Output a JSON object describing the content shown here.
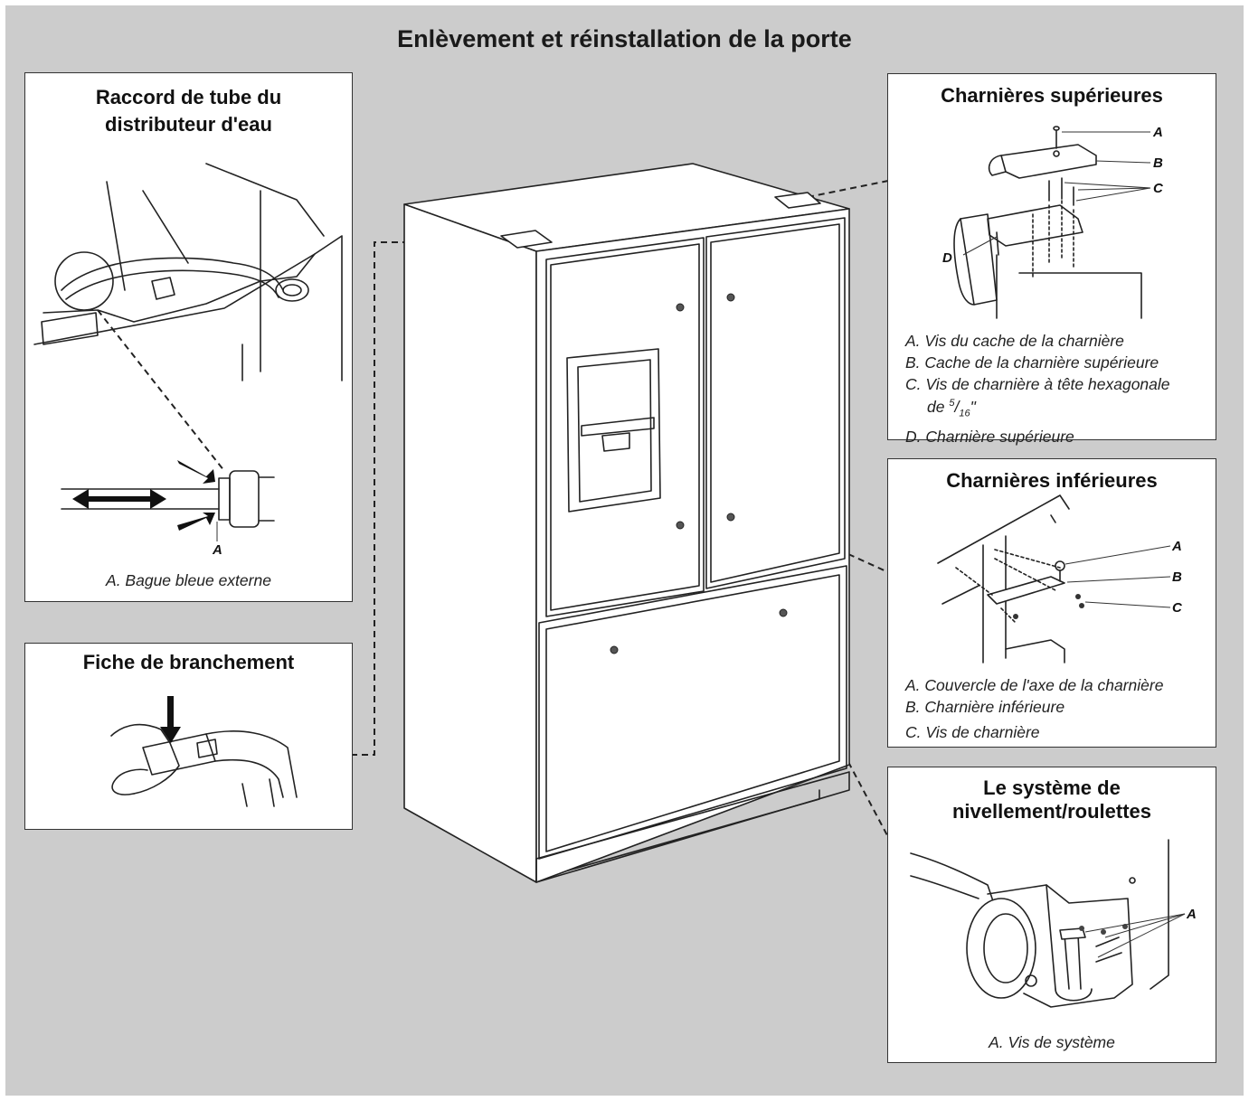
{
  "title": "Enlèvement et réinstallation de la porte",
  "water_tube": {
    "title": "Raccord de tube du distributeur d'eau",
    "label_a": "A",
    "caption": "A. Bague bleue externe"
  },
  "plug": {
    "title": "Fiche de branchement"
  },
  "top_hinges": {
    "title": "Charnières supérieures",
    "labels": [
      "A",
      "B",
      "C",
      "D"
    ],
    "legend": {
      "a": "A. Vis du cache de la charnière",
      "b": "B. Cache de la charnière supérieure",
      "c1": "C. Vis de charnière à tête hexagonale",
      "c2_prefix": "de ",
      "c2_num": "5",
      "c2_den": "16",
      "c2_suffix": "\"",
      "d": "D. Charnière supérieure"
    }
  },
  "bottom_hinges": {
    "title": "Charnières inférieures",
    "labels": [
      "A",
      "B",
      "C"
    ],
    "legend": {
      "a": "A. Couvercle de l'axe de la charnière",
      "b": "B. Charnière inférieure",
      "c": "C. Vis de charnière"
    }
  },
  "leveling": {
    "title_line1": "Le système de",
    "title_line2": "nivellement/roulettes",
    "label_a": "A",
    "caption": "A. Vis de système"
  }
}
